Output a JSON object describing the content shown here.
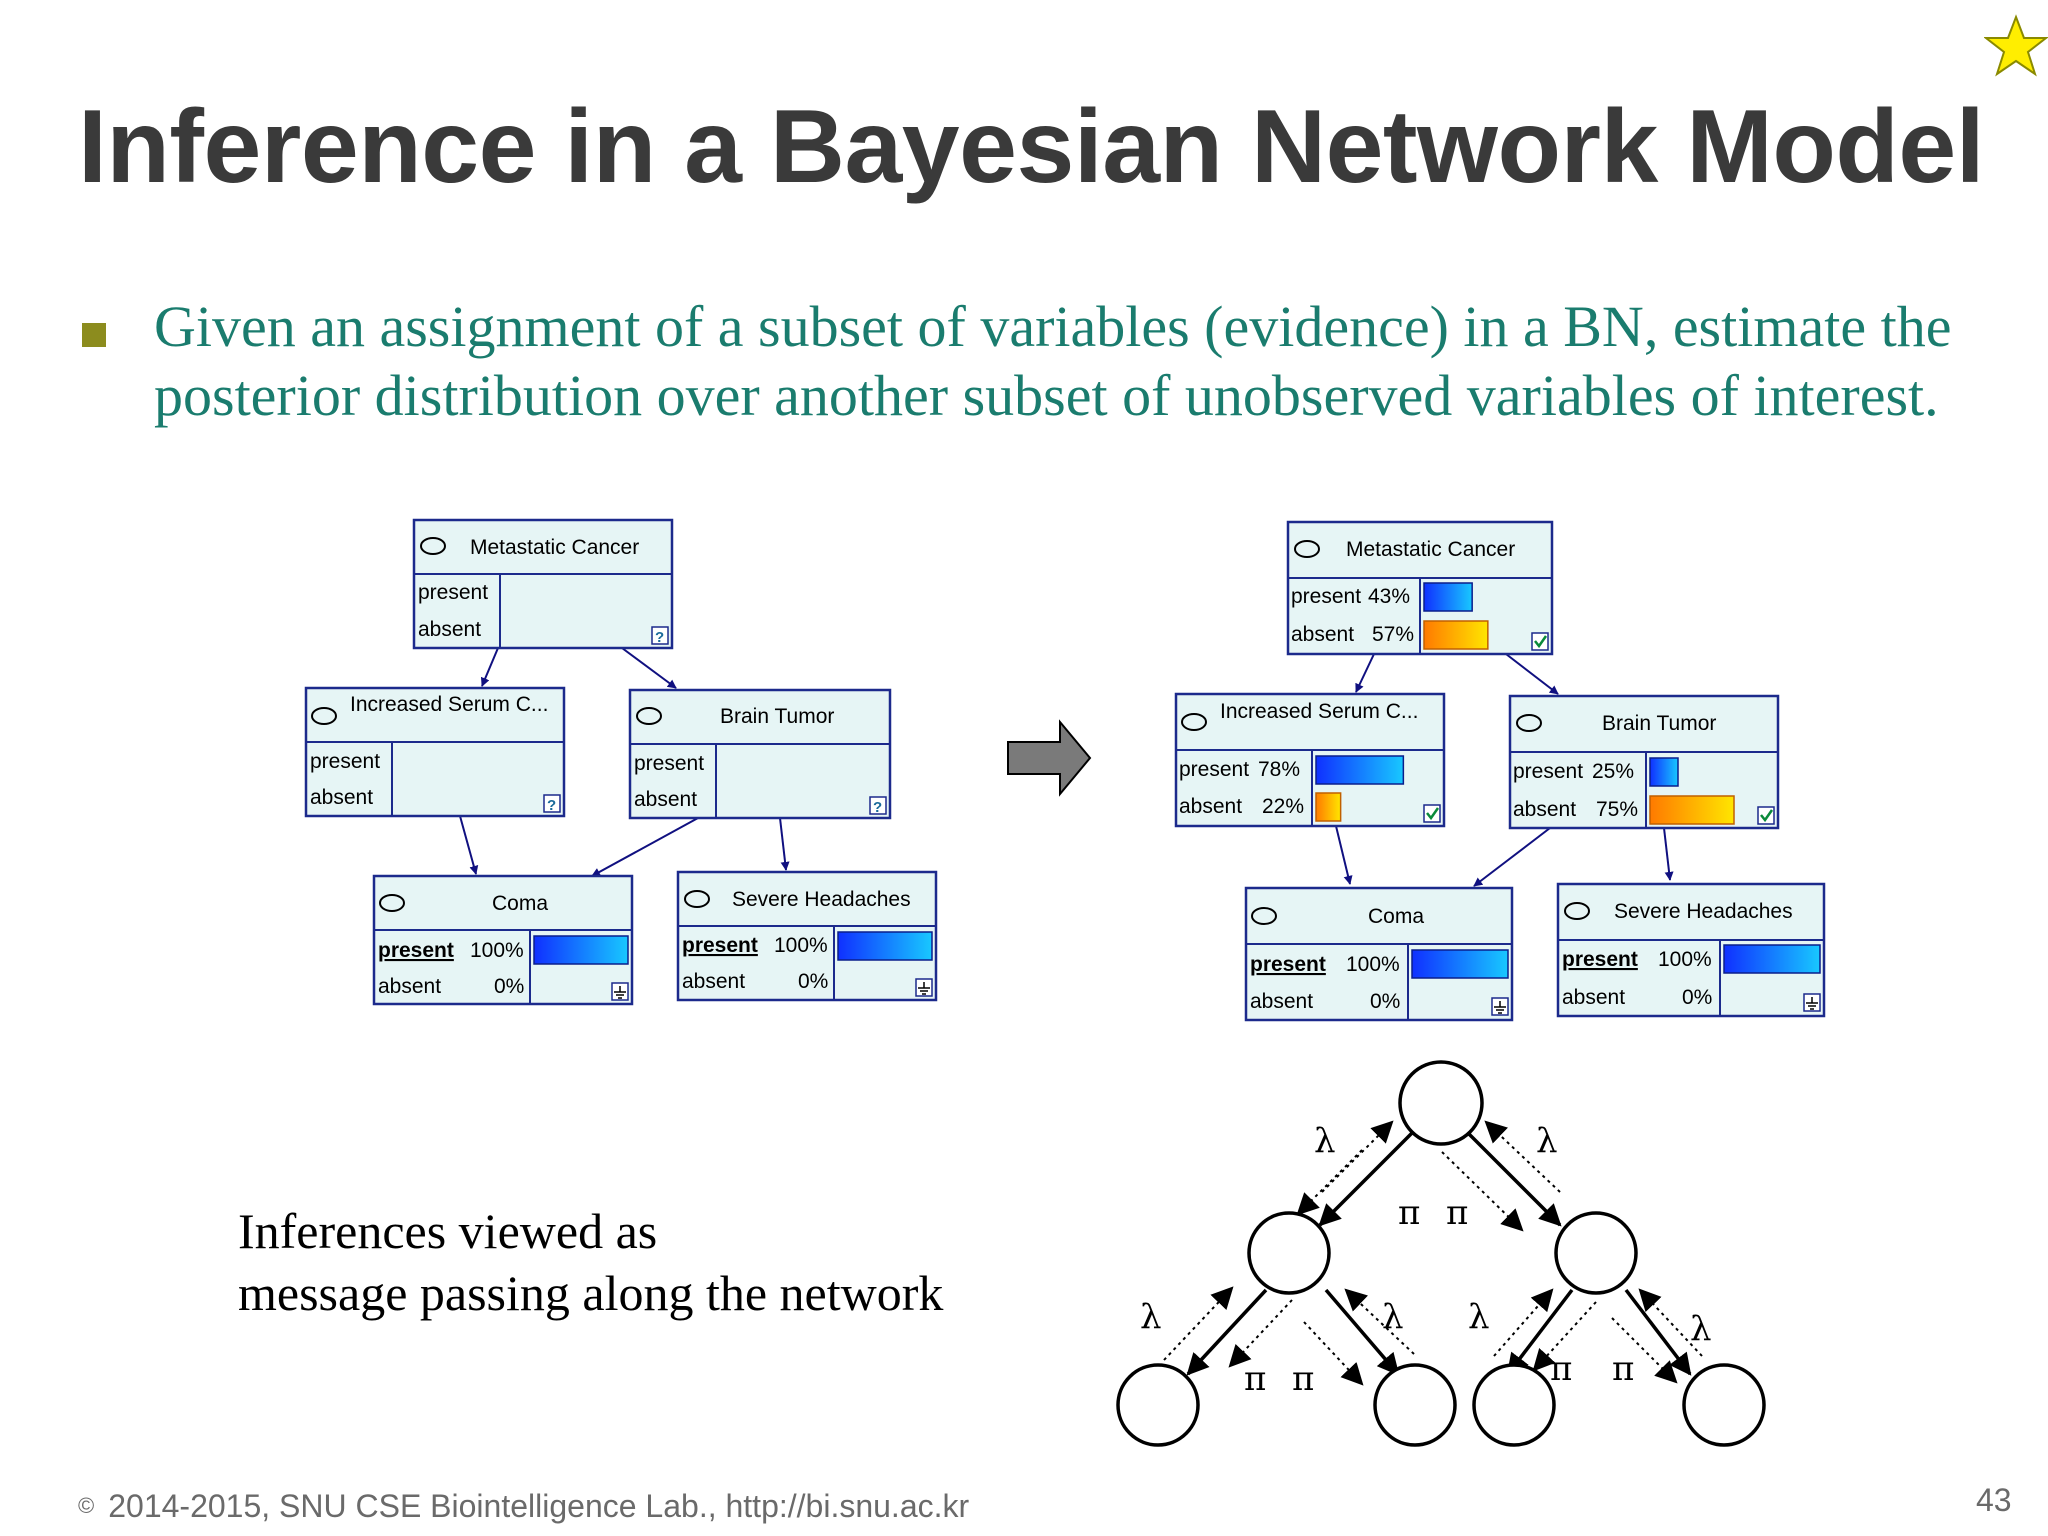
{
  "slide": {
    "title": "Inference in a Bayesian Network Model",
    "bullet": "Given an assignment of a subset of variables (evidence) in a BN, estimate the posterior distribution over another subset of unobserved variables of interest.",
    "caption_line1": "Inferences viewed as",
    "caption_line2": "message passing along the network",
    "footer": "2014-2015, SNU CSE Biointelligence Lab., http://bi.snu.ac.kr",
    "copyright_symbol": "©",
    "page_number": "43"
  },
  "states": {
    "present": "present",
    "absent": "absent"
  },
  "network_before": {
    "metastatic": {
      "name": "Metastatic Cancer"
    },
    "serum": {
      "name": "Increased Serum C..."
    },
    "brain": {
      "name": "Brain Tumor"
    },
    "coma": {
      "name": "Coma",
      "present_pct": "100%",
      "absent_pct": "0%",
      "present_value": 100
    },
    "headaches": {
      "name": "Severe Headaches",
      "present_pct": "100%",
      "absent_pct": "0%",
      "present_value": 100
    }
  },
  "network_after": {
    "metastatic": {
      "name": "Metastatic Cancer",
      "present_pct": "43%",
      "absent_pct": "57%",
      "present_value": 43,
      "absent_value": 57
    },
    "serum": {
      "name": "Increased Serum C...",
      "present_pct": "78%",
      "absent_pct": "22%",
      "present_value": 78,
      "absent_value": 22
    },
    "brain": {
      "name": "Brain Tumor",
      "present_pct": "25%",
      "absent_pct": "75%",
      "present_value": 25,
      "absent_value": 75
    },
    "coma": {
      "name": "Coma",
      "present_pct": "100%",
      "absent_pct": "0%",
      "present_value": 100
    },
    "headaches": {
      "name": "Severe Headaches",
      "present_pct": "100%",
      "absent_pct": "0%",
      "present_value": 100
    }
  },
  "message_labels": {
    "lambda": "λ",
    "pi": "π"
  },
  "colors": {
    "title": "#3a3a3a",
    "bullet_text": "#1a7c6e",
    "bullet_marker": "#8c8c1e",
    "node_border": "#1c2a8c",
    "node_fill": "#e6f5f5",
    "bar_blue": "#1f5cff",
    "bar_orange": "#ffb000",
    "arrow": "#101080"
  }
}
